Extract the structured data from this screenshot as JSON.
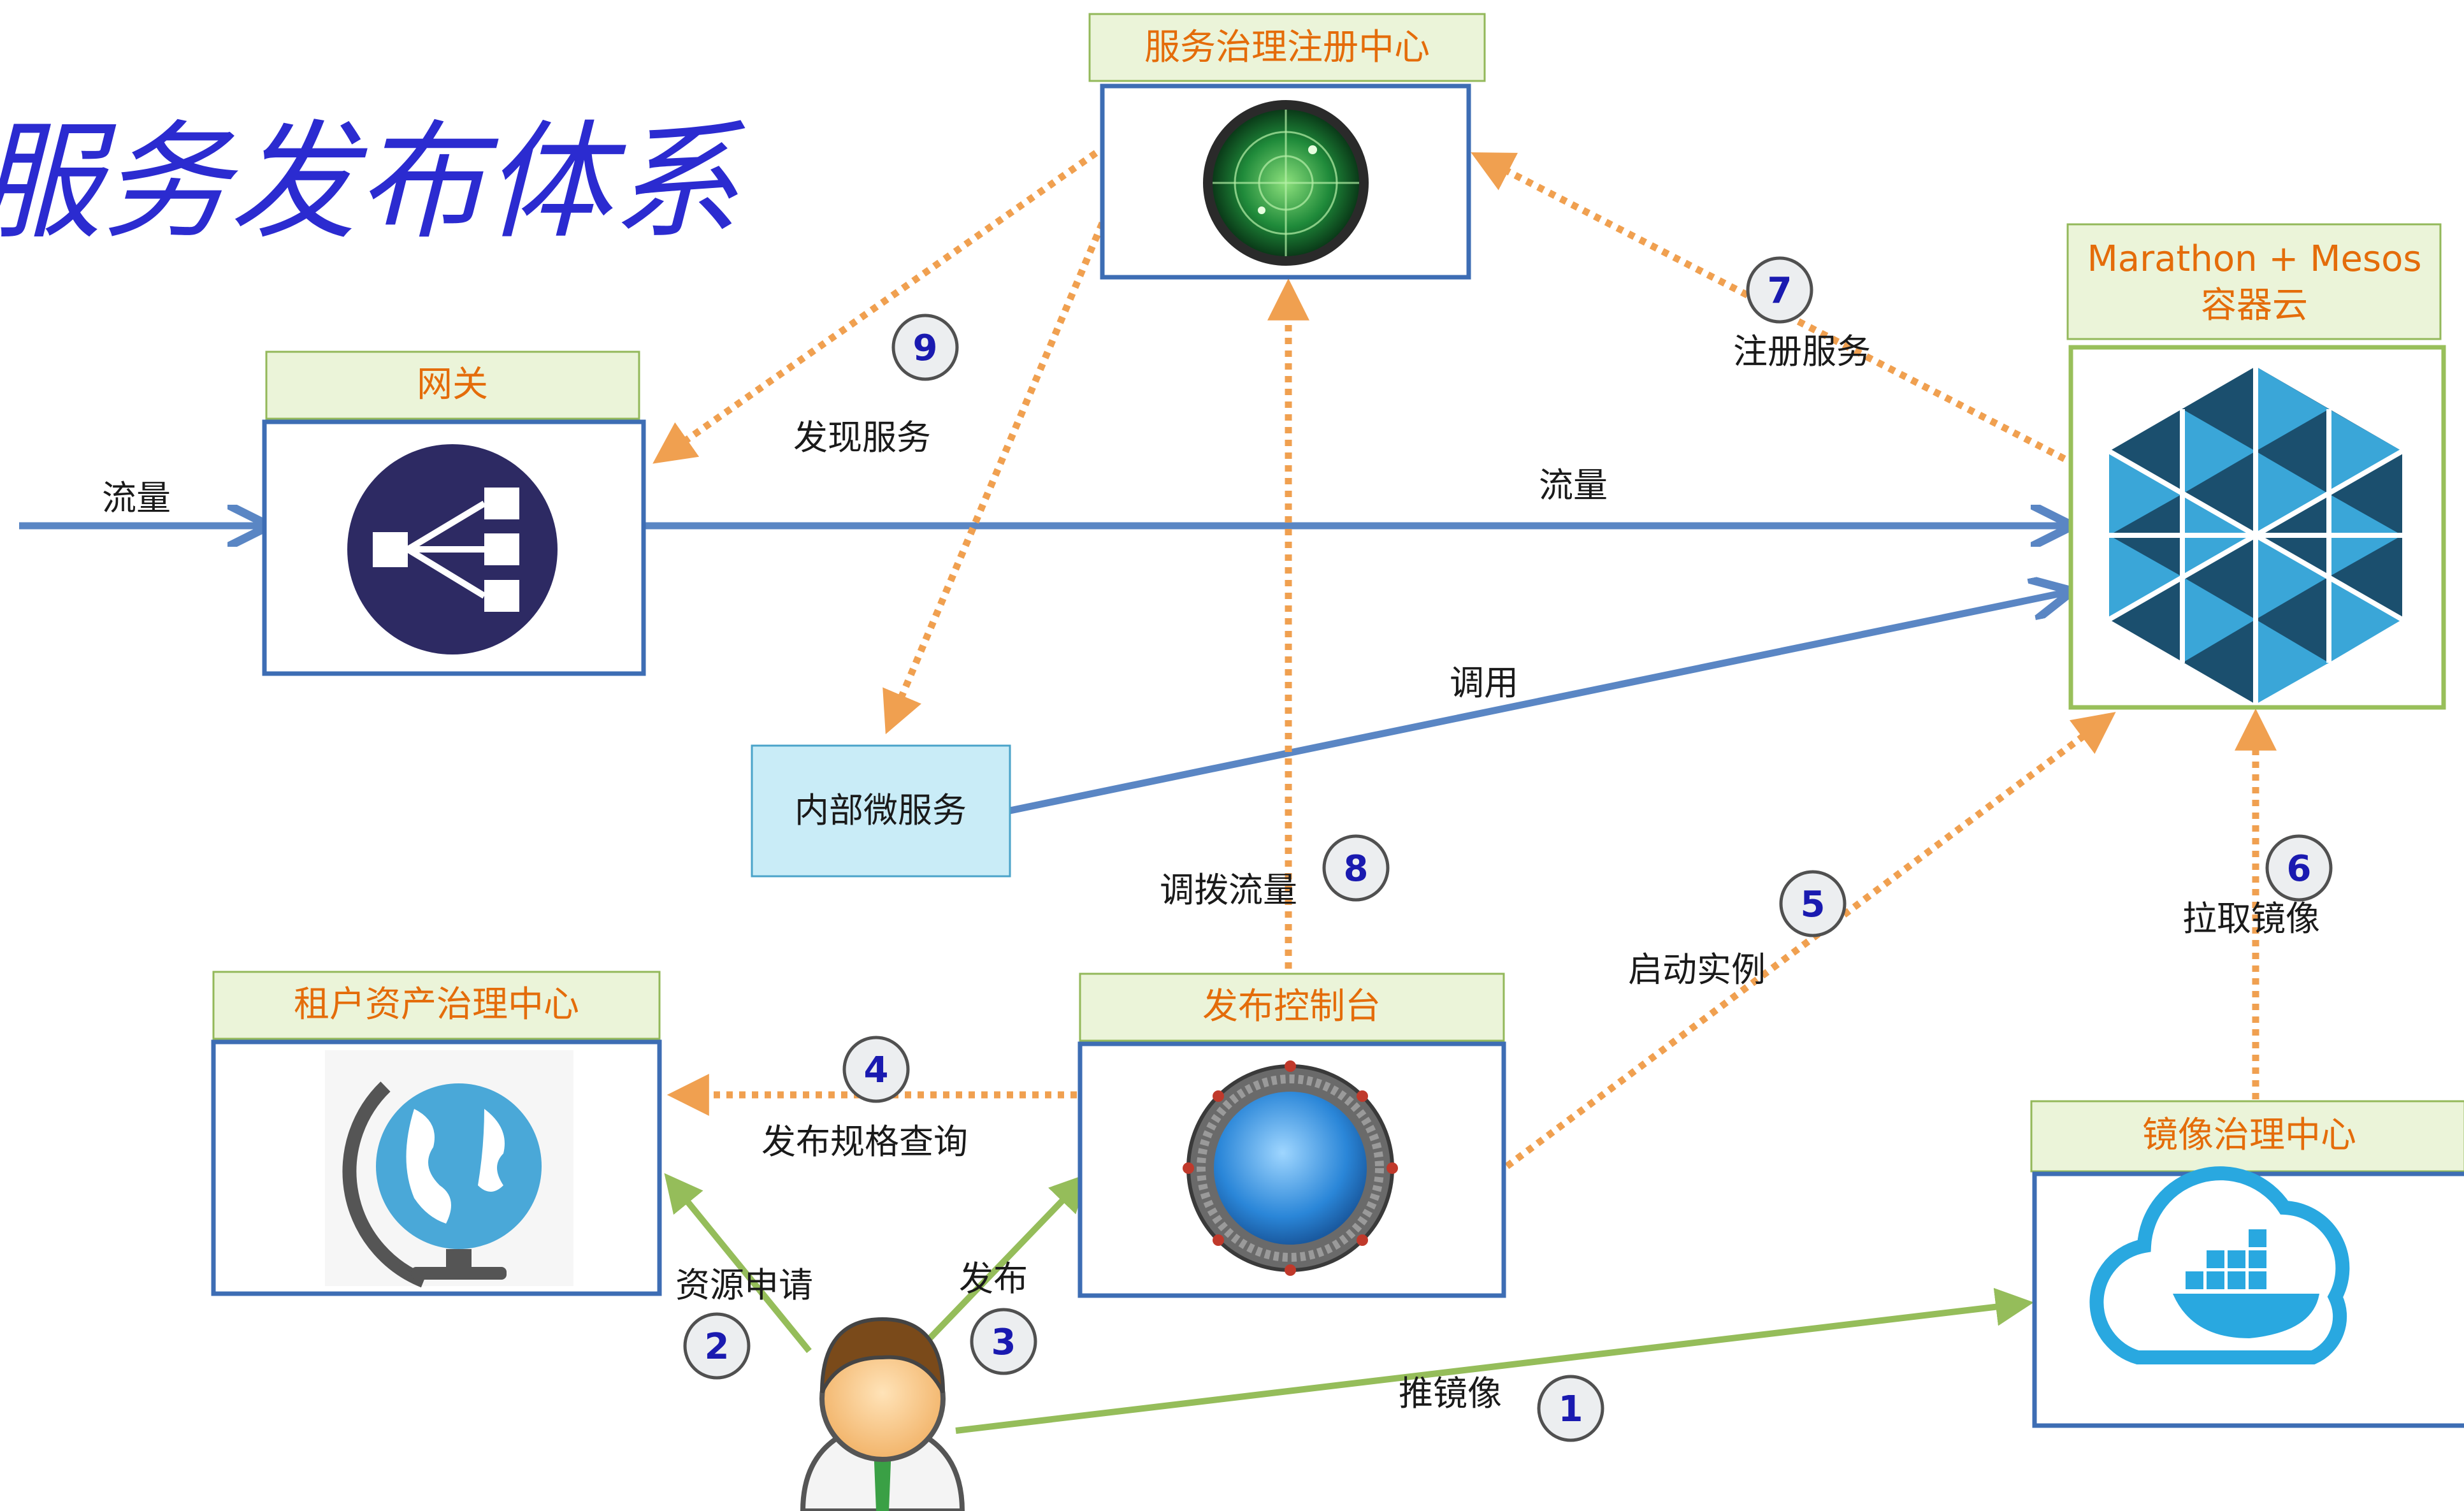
{
  "title": "服务发布体系",
  "nodes": {
    "registry": {
      "label": "服务治理注册中心"
    },
    "gateway": {
      "label": "网关"
    },
    "marathon": {
      "label_line1": "Marathon + Mesos",
      "label_line2": "容器云"
    },
    "internal": {
      "label": "内部微服务"
    },
    "tenant": {
      "label": "租户资产治理中心"
    },
    "console": {
      "label": "发布控制台"
    },
    "image": {
      "label": "镜像治理中心"
    }
  },
  "edges": {
    "traffic_in": "流量",
    "traffic_out": "流量",
    "invoke": "调用",
    "discover": "发现服务",
    "register": "注册服务",
    "adjust_traffic": "调拨流量",
    "start_instance": "启动实例",
    "pull_image": "拉取镜像",
    "spec_query": "发布规格查询",
    "resource_apply": "资源申请",
    "publish": "发布",
    "push_image": "推镜像"
  },
  "steps": [
    "1",
    "2",
    "3",
    "4",
    "5",
    "6",
    "7",
    "8",
    "9"
  ],
  "colors": {
    "header_fill": "#ebf4d9",
    "header_text": "#e46c0a",
    "box_border": "#3d6db4",
    "flow_blue": "#5a86c4",
    "flow_green": "#95bd5a",
    "flow_orange": "#f0a050",
    "title": "#2b2bd0"
  },
  "icons": [
    "radar-icon",
    "load-balancer-icon",
    "hexagon-cloud-icon",
    "globe-icon",
    "portal-icon",
    "docker-cloud-icon",
    "user-avatar-icon"
  ]
}
